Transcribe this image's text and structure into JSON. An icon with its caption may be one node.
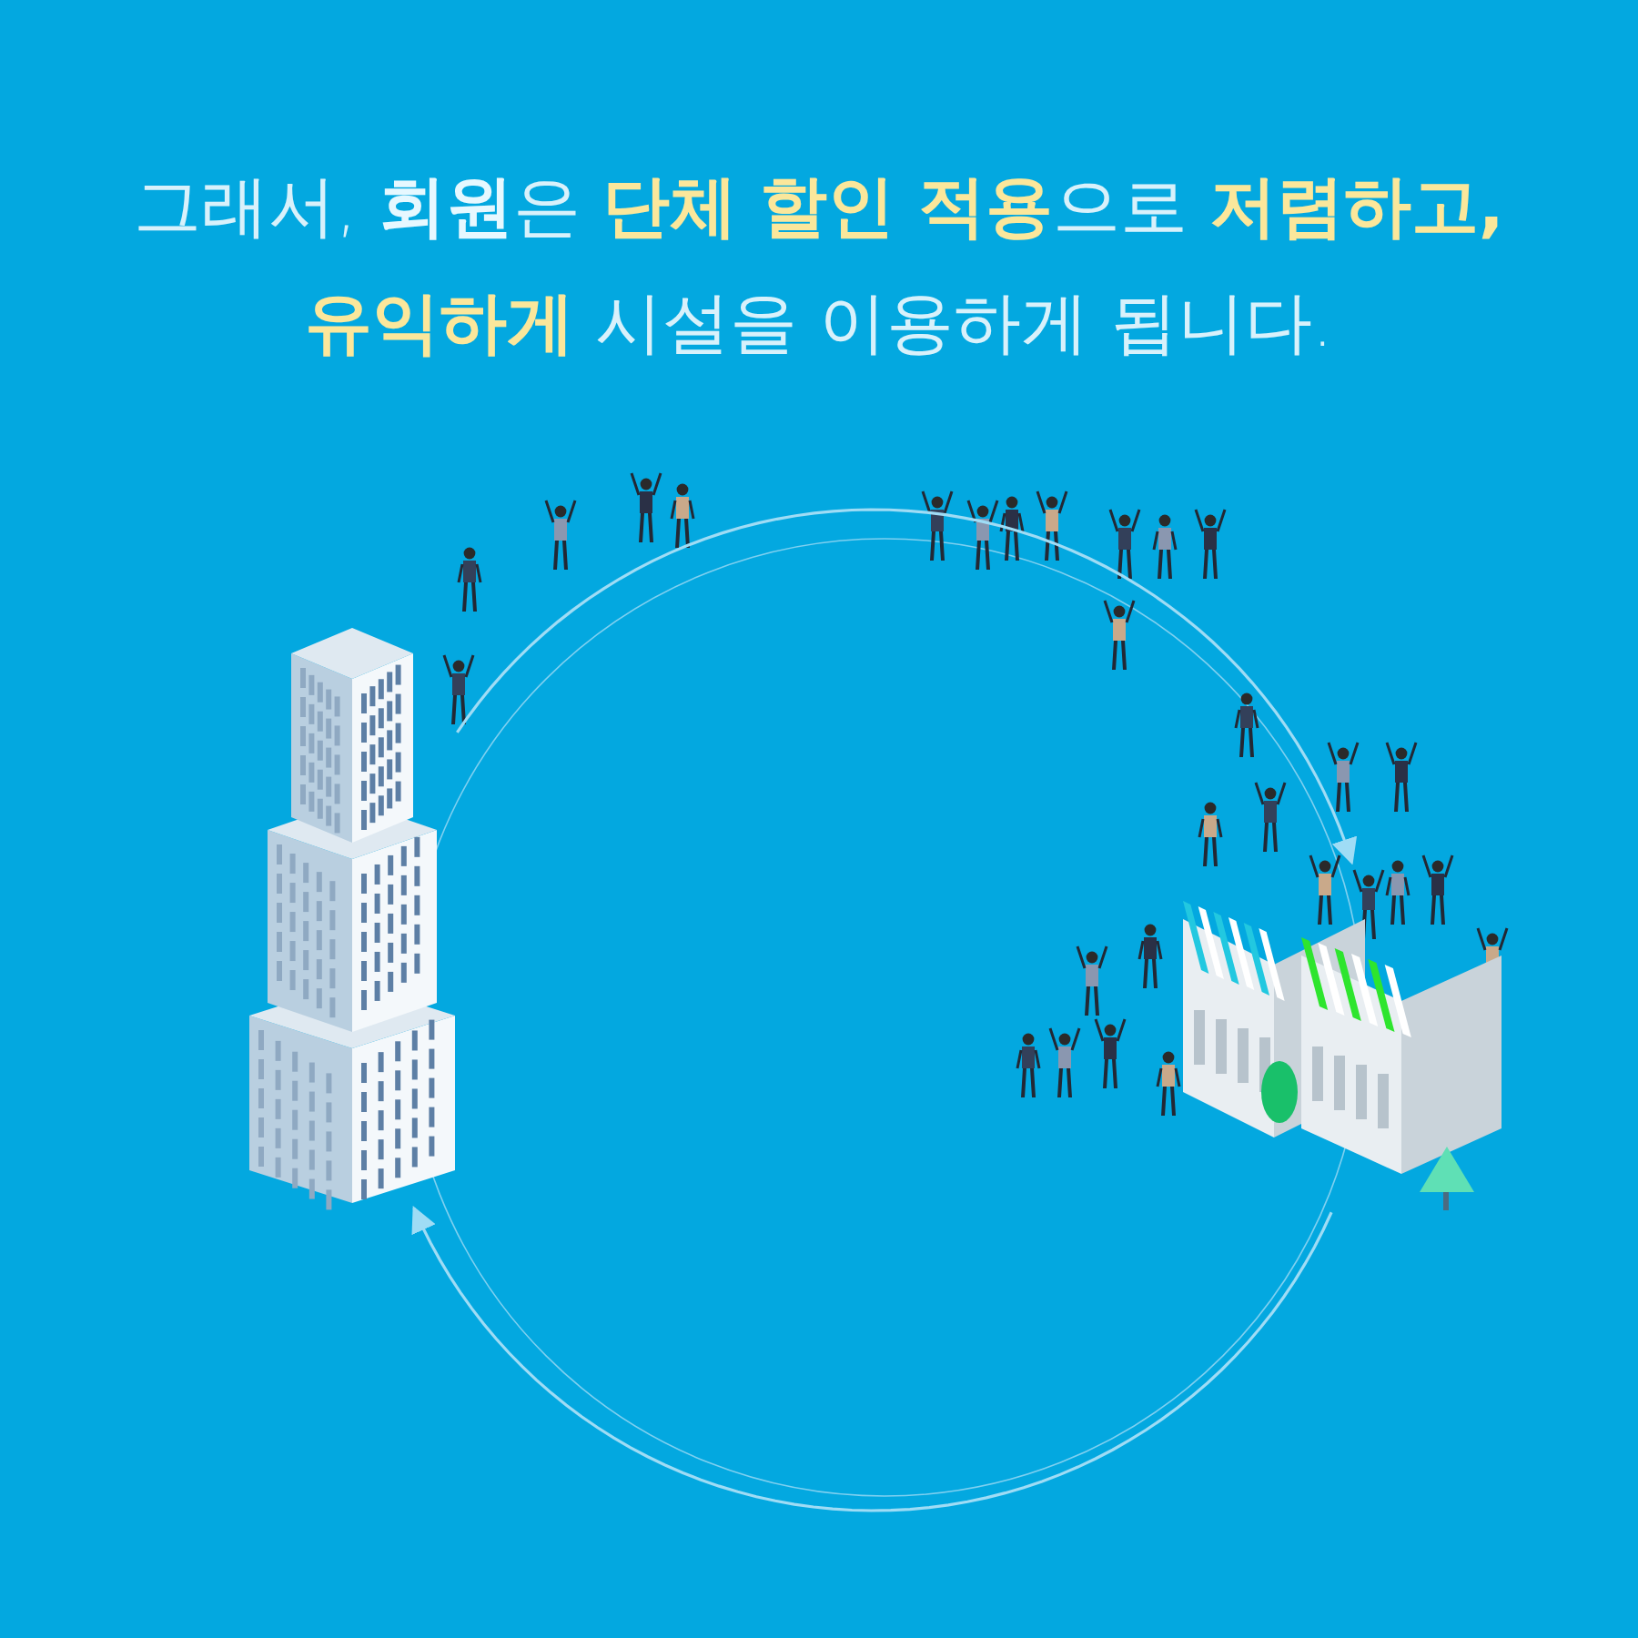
{
  "diagram": {
    "title": "그래서, **회원**은 **단체 할인 적용**으로 **저렴하고, 유익하게** 시설을 이용하게 됩니다.",
    "nodes": [
      {
        "text": [],
        "shape": "picture"
      },
      {
        "text": [],
        "shape": "picture"
      }
    ],
    "edges": [
      {
        "from": 0,
        "to": 1,
        "arrow": "to"
      },
      {
        "from": 1,
        "to": 0,
        "arrow": "to"
      }
    ]
  }
}
